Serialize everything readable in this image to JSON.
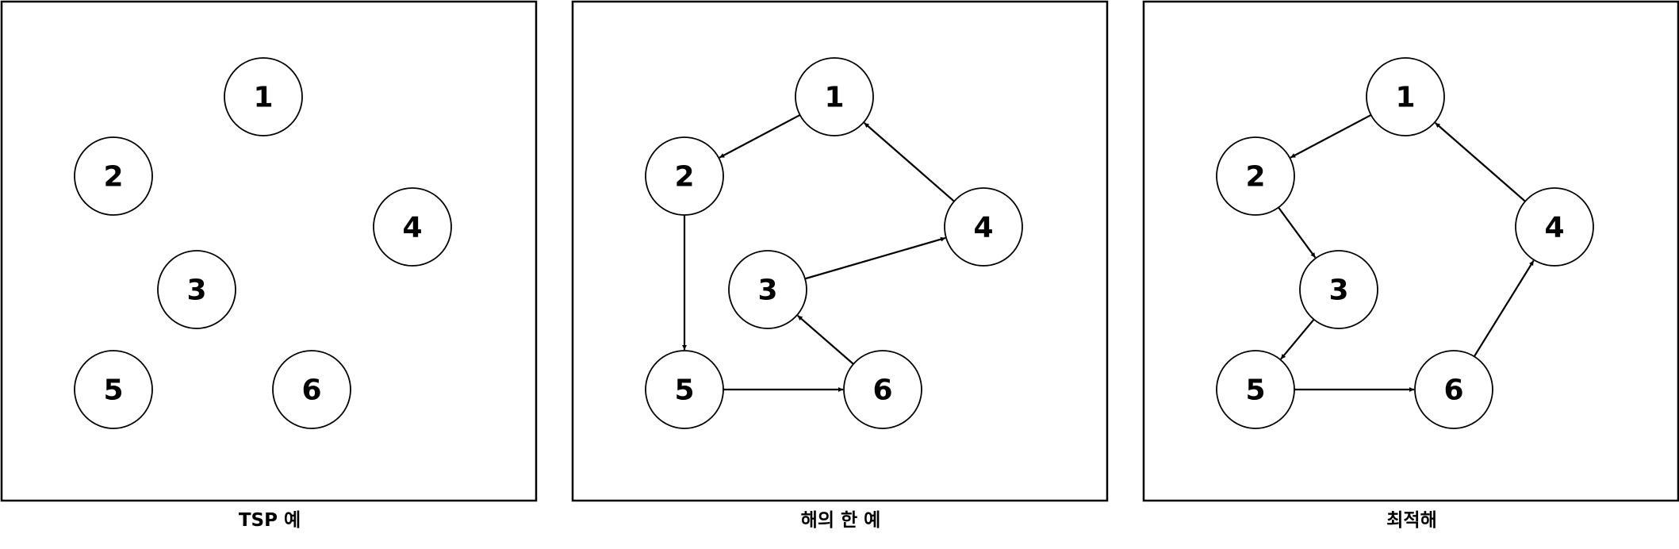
{
  "panels": [
    {
      "id": "tsp-example",
      "caption": "TSP 예",
      "node_labels": [
        "1",
        "2",
        "3",
        "4",
        "5",
        "6"
      ],
      "edges": []
    },
    {
      "id": "one-solution",
      "caption": "해의 한 예",
      "node_labels": [
        "1",
        "2",
        "3",
        "4",
        "5",
        "6"
      ],
      "edges": [
        [
          "1",
          "2"
        ],
        [
          "2",
          "5"
        ],
        [
          "5",
          "6"
        ],
        [
          "6",
          "3"
        ],
        [
          "3",
          "4"
        ],
        [
          "4",
          "1"
        ]
      ]
    },
    {
      "id": "optimal-solution",
      "caption": "최적해",
      "node_labels": [
        "1",
        "2",
        "3",
        "4",
        "5",
        "6"
      ],
      "edges": [
        [
          "1",
          "2"
        ],
        [
          "2",
          "3"
        ],
        [
          "3",
          "5"
        ],
        [
          "5",
          "6"
        ],
        [
          "6",
          "4"
        ],
        [
          "4",
          "1"
        ]
      ]
    }
  ]
}
